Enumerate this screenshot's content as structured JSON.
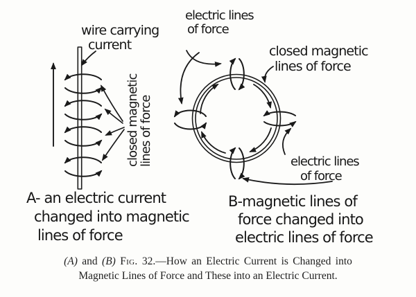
{
  "colors": {
    "ink": "#1a1a1a",
    "paper": "#fdfdfb"
  },
  "diagram_a": {
    "wire_label": {
      "line1": "wire carrying",
      "line2": "current"
    },
    "coil_label": {
      "line1": "closed magnetic",
      "line2": "lines of force"
    },
    "caption": {
      "line1": "A- an electric current",
      "line2": "changed into magnetic",
      "line3": "lines of force"
    }
  },
  "diagram_b": {
    "electric_top_label": {
      "line1": "electric lines",
      "line2": "of force"
    },
    "magnetic_label": {
      "line1": "closed magnetic",
      "line2": "lines of force"
    },
    "electric_bottom_label": {
      "line1": "electric lines",
      "line2": "of force"
    },
    "caption": {
      "line1": "B-magnetic lines of",
      "line2": "force changed into",
      "line3": "electric lines of force"
    }
  },
  "figure_caption": {
    "ref_a": "(A)",
    "conj": "and",
    "ref_b": "(B)",
    "fig_label": "Fig.",
    "line1_rest": "32.—How an Electric Current is Changed into",
    "line2": "Magnetic Lines of Force and These into an Electric Current."
  }
}
